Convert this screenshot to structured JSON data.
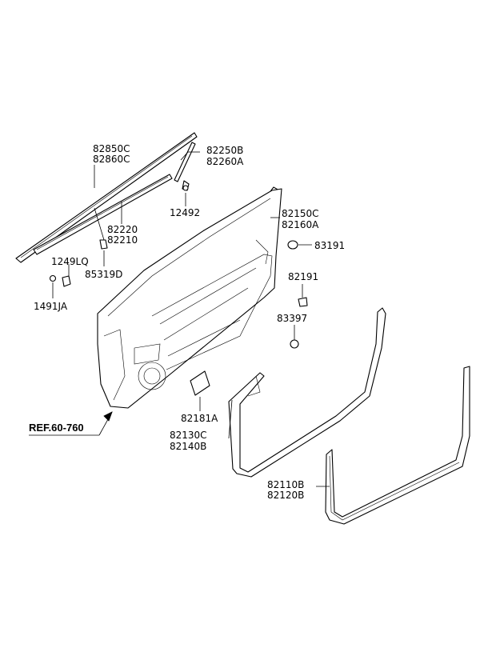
{
  "labels": {
    "p82850C": "82850C",
    "p82860C": "82860C",
    "p82250B": "82250B",
    "p82260A": "82260A",
    "p12492": "12492",
    "p82220": "82220",
    "p82210": "82210",
    "p82150C": "82150C",
    "p82160A": "82160A",
    "p1249LQ": "1249LQ",
    "p85319D": "85319D",
    "p83191": "83191",
    "p82191": "82191",
    "p1491JA": "1491JA",
    "p83397": "83397",
    "p82181A": "82181A",
    "ref": "REF.60-760",
    "p82130C": "82130C",
    "p82140B": "82140B",
    "p82110B": "82110B",
    "p82120B": "82120B"
  }
}
